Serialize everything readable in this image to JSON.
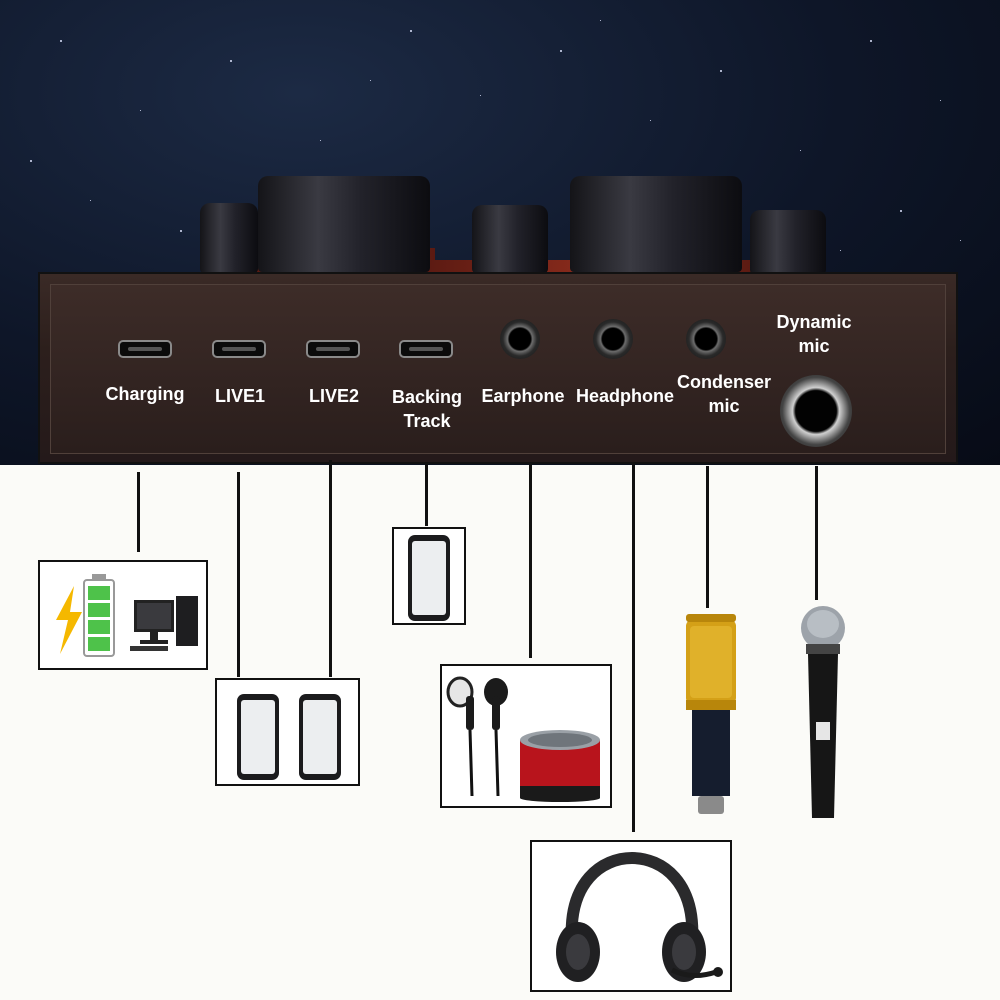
{
  "ports": {
    "charging": "Charging",
    "live1": "LIVE1",
    "live2": "LIVE2",
    "backing_line1": "Backing",
    "backing_line2": "Track",
    "earphone": "Earphone",
    "headphone": "Headphone",
    "condenser_line1": "Condenser",
    "condenser_line2": "mic",
    "dynamic_line1": "Dynamic",
    "dynamic_line2": "mic"
  },
  "devices": [
    {
      "name": "battery-icon",
      "port": "Charging"
    },
    {
      "name": "desktop-computer-icon",
      "port": "Charging"
    },
    {
      "name": "smartphone-icon",
      "port": "LIVE1"
    },
    {
      "name": "smartphone-icon",
      "port": "LIVE2"
    },
    {
      "name": "smartphone-icon",
      "port": "Backing Track"
    },
    {
      "name": "earbuds-icon",
      "port": "Earphone"
    },
    {
      "name": "speaker-icon",
      "port": "Earphone"
    },
    {
      "name": "headset-icon",
      "port": "Headphone"
    },
    {
      "name": "condenser-mic-icon",
      "port": "Condenser mic"
    },
    {
      "name": "dynamic-mic-icon",
      "port": "Dynamic mic"
    }
  ],
  "colors": {
    "sky": "#0e1628",
    "panel": "#2c1f1c",
    "label": "#ffffff",
    "connector": "#111111",
    "knob_ring": "#8a2b1c",
    "battery_bolt": "#f5b800",
    "battery_cells": "#4ec24a",
    "mic_gold": "#d4a017",
    "speaker_red": "#b8141c"
  }
}
